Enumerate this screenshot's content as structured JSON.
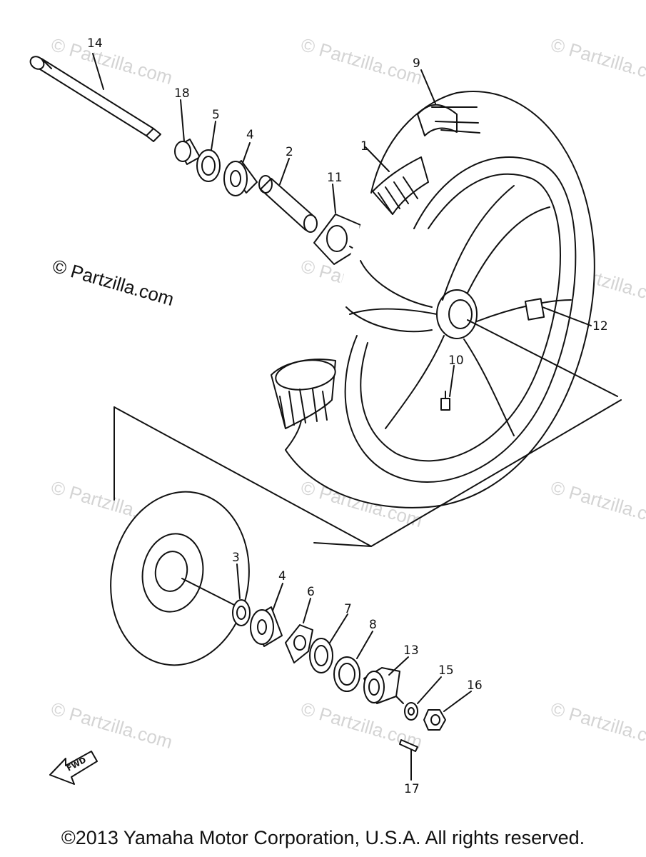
{
  "callouts": [
    "14",
    "18",
    "5",
    "4",
    "2",
    "11",
    "9",
    "1",
    "12",
    "10",
    "3",
    "4",
    "6",
    "7",
    "8",
    "13",
    "15",
    "16",
    "17"
  ],
  "watermark_text": "© Partzilla.com",
  "fwd_label": "FWD",
  "copyright": "©2013 Yamaha Motor Corporation, U.S.A. All rights reserved."
}
